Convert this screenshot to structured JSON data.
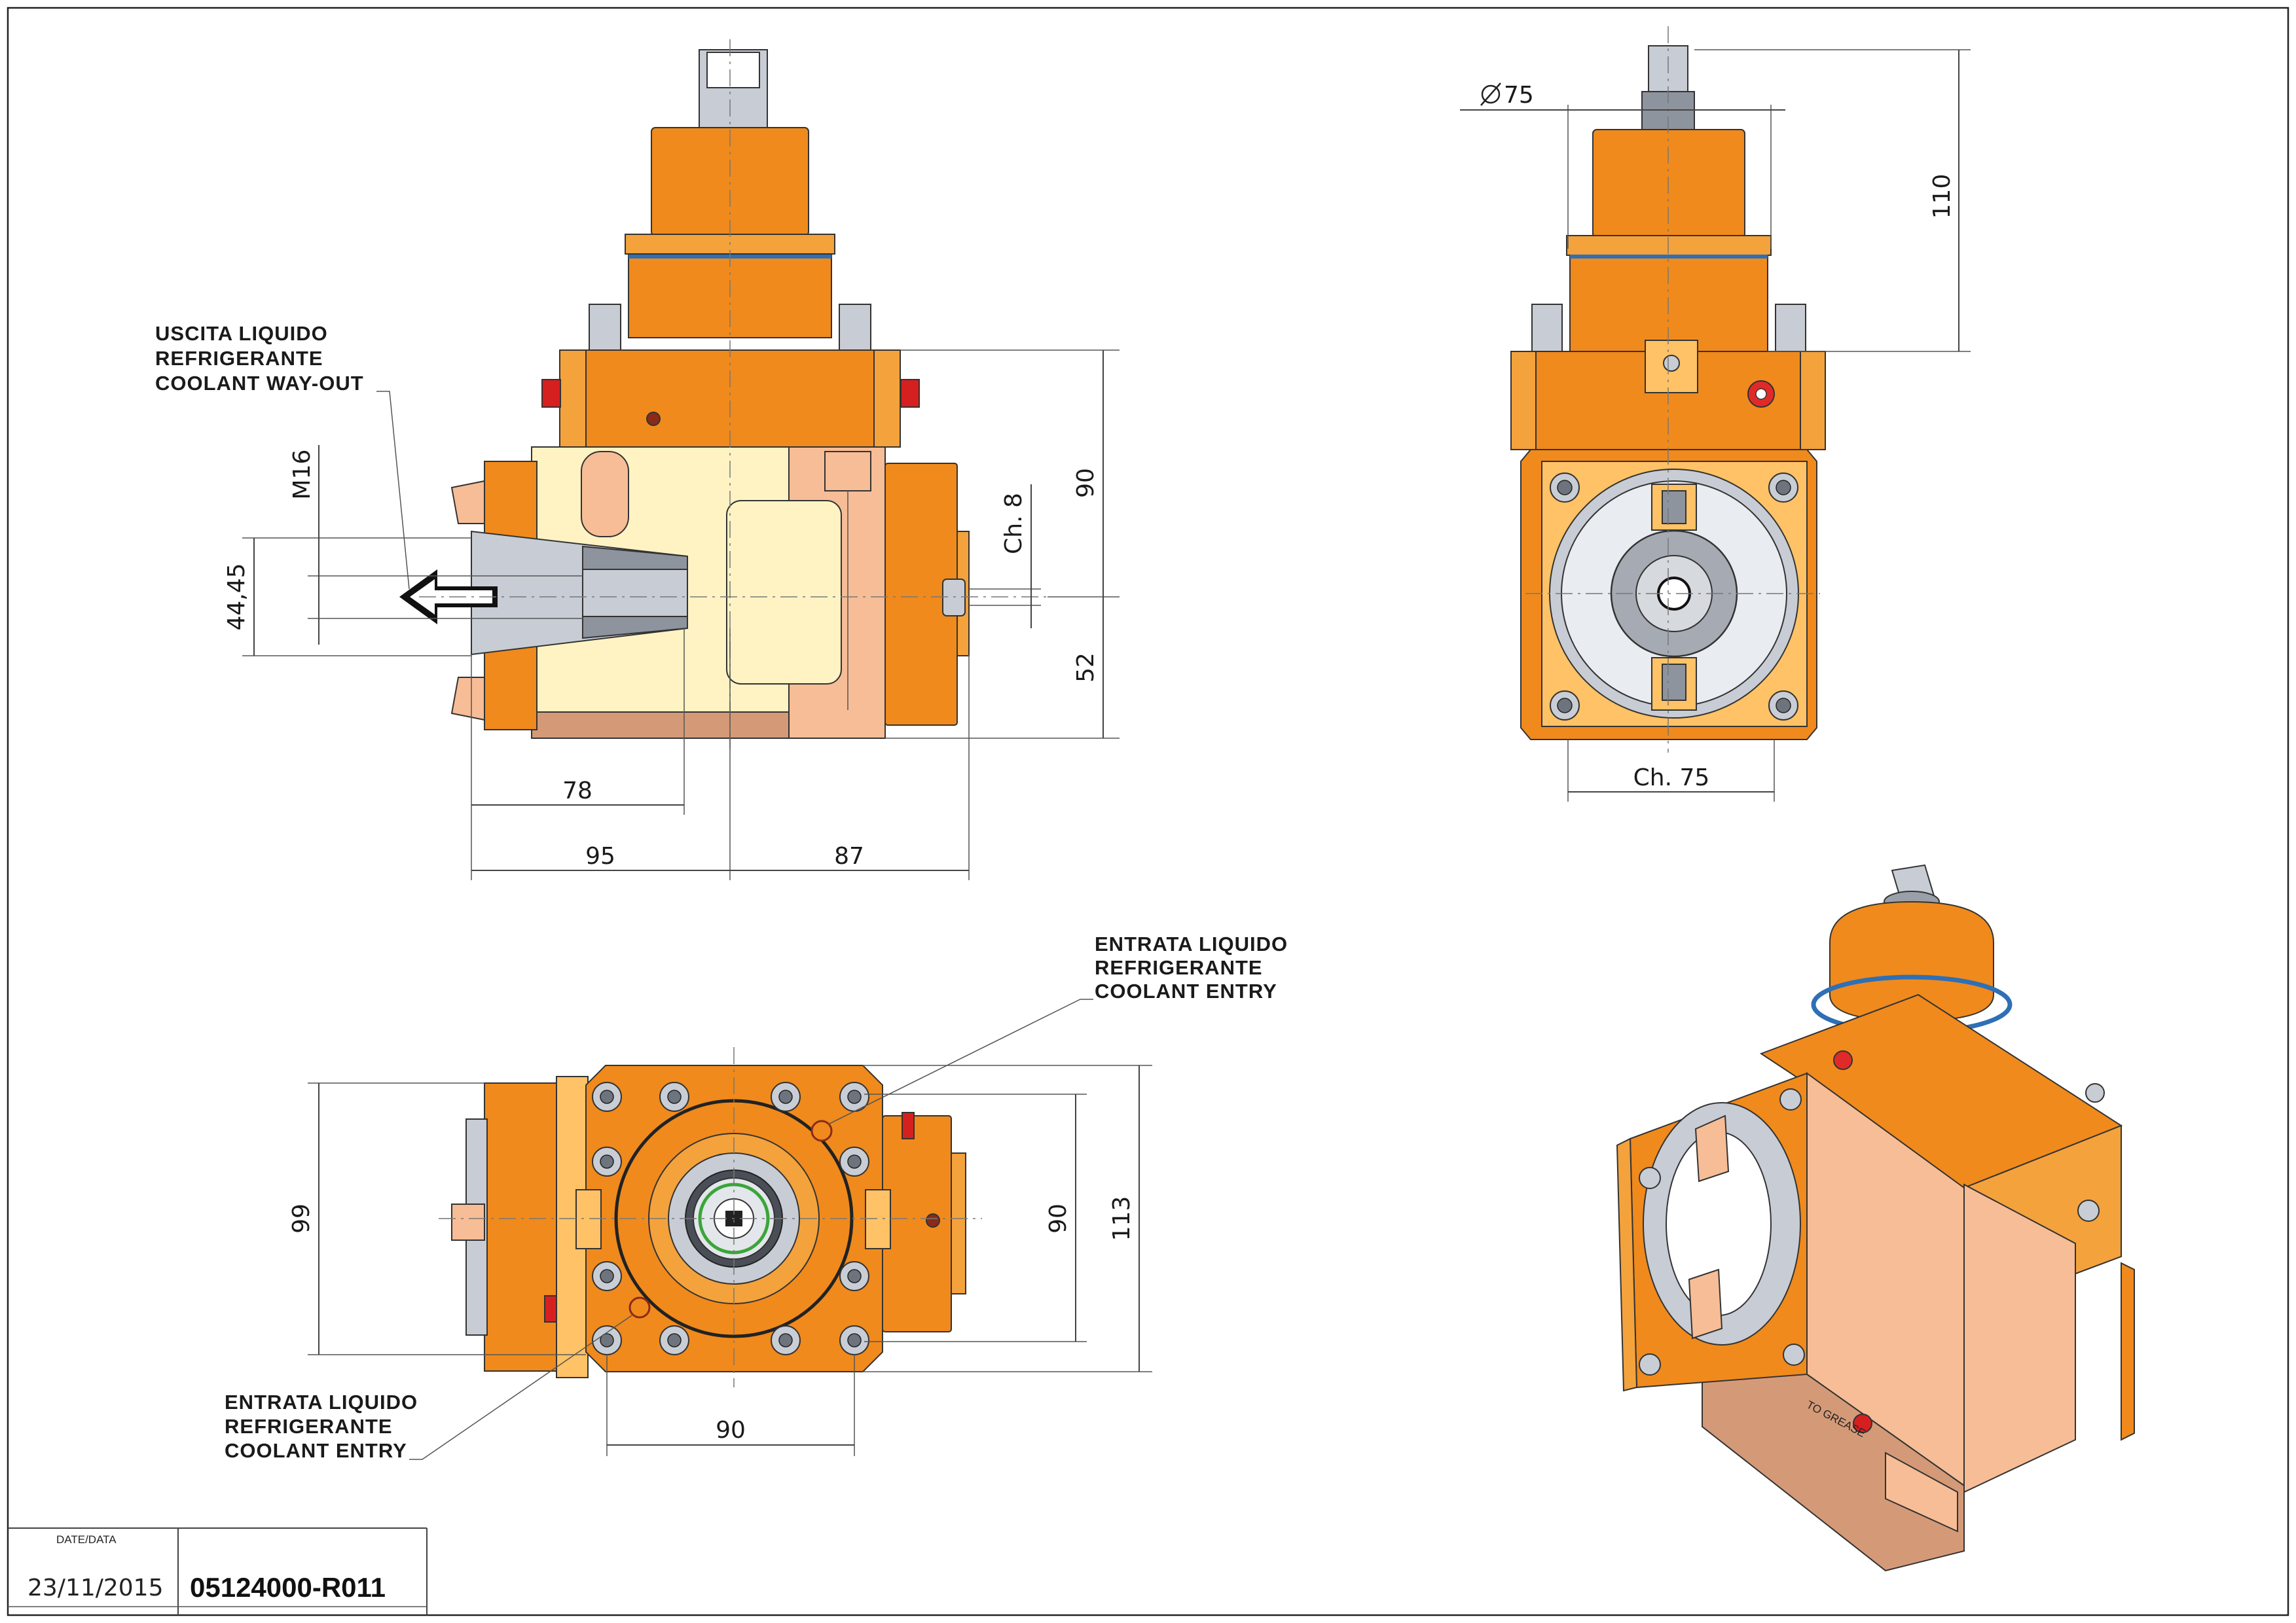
{
  "labels": {
    "coolant_out": [
      "USCITA LIQUIDO",
      "REFRIGERANTE",
      "COOLANT WAY-OUT"
    ],
    "coolant_entry_top": [
      "ENTRATA LIQUIDO",
      "REFRIGERANTE",
      "COOLANT ENTRY"
    ],
    "coolant_entry_bottom": [
      "ENTRATA LIQUIDO",
      "REFRIGERANTE",
      "COOLANT ENTRY"
    ],
    "grease_mark": "TO GREASE"
  },
  "dimensions": {
    "front": {
      "m16": "M16",
      "d44_45": "44,45",
      "d78": "78",
      "d95": "95",
      "d87": "87",
      "ch8": "Ch. 8",
      "d90": "90",
      "d52": "52"
    },
    "side": {
      "phi75": "75",
      "d110": "110",
      "ch75": "Ch. 75"
    },
    "top": {
      "d99": "99",
      "d90_v": "90",
      "d113": "113",
      "d90_h": "90"
    }
  },
  "colors": {
    "body_orange": "#f08a1c",
    "housing_cream": "#fff3c4",
    "seal_blue": "#2f6fb5",
    "plug_red": "#d62020"
  },
  "title_block": {
    "date_label": "DATE/DATA",
    "date": "23/11/2015",
    "code": "05124000-R011"
  }
}
